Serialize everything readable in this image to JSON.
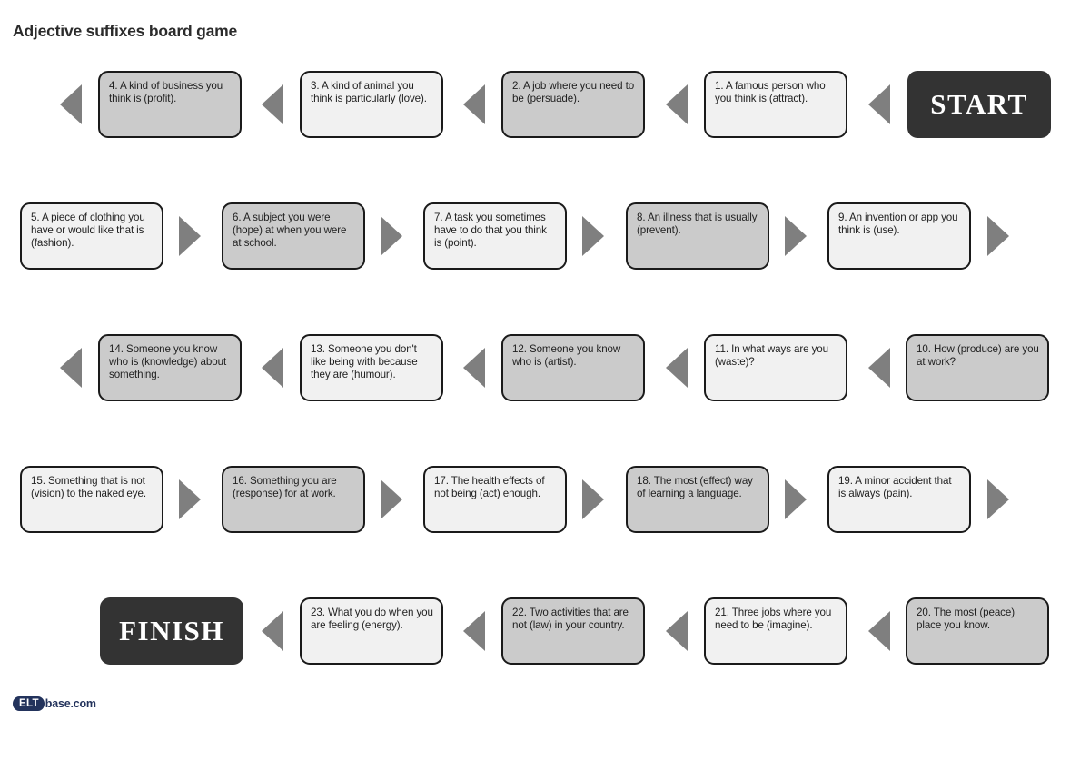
{
  "page": {
    "title": "Adjective suffixes board game",
    "background": "#ffffff",
    "text_color": "#231f20",
    "cell_light_fill": "#f1f1f1",
    "cell_gray_fill": "#cbcbcb",
    "terminal_fill": "#333333",
    "arrow_fill": "#7f7f7f",
    "logo_color": "#23335c"
  },
  "terminals": {
    "start_label": "START",
    "finish_label": "FINISH"
  },
  "rows": [
    {
      "direction": "left",
      "cells": [
        {
          "number": "4",
          "text": "4. A kind of business you think is (profit).",
          "fill": "gray"
        },
        {
          "number": "3",
          "text": "3. A kind of animal you think is particularly (love).",
          "fill": "light"
        },
        {
          "number": "2",
          "text": "2. A job where you need to be (persuade).",
          "fill": "gray"
        },
        {
          "number": "1",
          "text": "1. A famous person who you think is (attract).",
          "fill": "light"
        }
      ]
    },
    {
      "direction": "right",
      "cells": [
        {
          "number": "5",
          "text": "5. A piece of clothing you have or would like that is (fashion).",
          "fill": "light"
        },
        {
          "number": "6",
          "text": "6. A subject you were (hope) at when you were at school.",
          "fill": "gray"
        },
        {
          "number": "7",
          "text": "7. A task you sometimes have to do that you think is (point).",
          "fill": "light"
        },
        {
          "number": "8",
          "text": "8. An illness that is usually (prevent).",
          "fill": "gray"
        },
        {
          "number": "9",
          "text": "9. An invention or app you think is (use).",
          "fill": "light"
        }
      ]
    },
    {
      "direction": "left",
      "cells": [
        {
          "number": "14",
          "text": "14. Someone you know who is (knowledge) about something.",
          "fill": "gray"
        },
        {
          "number": "13",
          "text": "13. Someone you don't like being with because they are (humour).",
          "fill": "light"
        },
        {
          "number": "12",
          "text": "12. Someone you know who is (artist).",
          "fill": "gray"
        },
        {
          "number": "11",
          "text": "11. In what ways are you (waste)?",
          "fill": "light"
        },
        {
          "number": "10",
          "text": "10. How (produce) are you at work?",
          "fill": "gray"
        }
      ]
    },
    {
      "direction": "right",
      "cells": [
        {
          "number": "15",
          "text": "15. Something that is not (vision) to the naked eye.",
          "fill": "light"
        },
        {
          "number": "16",
          "text": "16. Something you are (response) for at work.",
          "fill": "gray"
        },
        {
          "number": "17",
          "text": "17. The health effects of not being (act) enough.",
          "fill": "light"
        },
        {
          "number": "18",
          "text": "18. The most (effect) way of learning a language.",
          "fill": "gray"
        },
        {
          "number": "19",
          "text": "19. A minor accident that is always (pain).",
          "fill": "light"
        }
      ]
    },
    {
      "direction": "left",
      "cells": [
        {
          "number": "23",
          "text": "23. What you do when you are feeling (energy).",
          "fill": "light"
        },
        {
          "number": "22",
          "text": "22. Two activities that are not (law) in your country.",
          "fill": "gray"
        },
        {
          "number": "21",
          "text": "21. Three jobs where you need to be (imagine).",
          "fill": "light"
        },
        {
          "number": "20",
          "text": "20. The most (peace) place you know.",
          "fill": "gray"
        }
      ]
    }
  ],
  "footer": {
    "logo_badge": "ELT",
    "logo_text": "base.com"
  }
}
